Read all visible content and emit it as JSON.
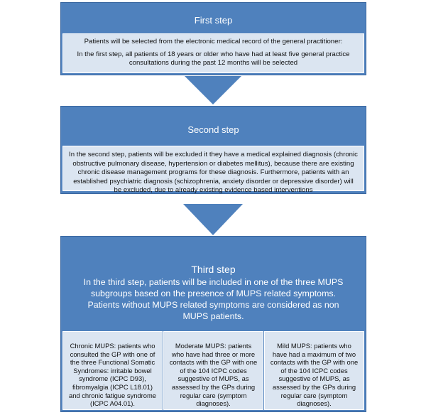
{
  "steps": [
    {
      "title": "First step",
      "lines": [
        "Patients will be selected from the electronic medical record of  the general practitioner:",
        "In the first step, all patients of 18 years or older who have had at least five general practice consultations during the past 12 months will be selected"
      ]
    },
    {
      "title": "Second step",
      "lines": [
        "In the second step, patients will be excluded it they have a medical explained diagnosis (chronic obstructive pulmonary disease, hypertension or diabetes mellitus), because there are existing chronic disease management programs for these diagnosis. Furthermore, patients with an established psychiatric diagnosis (schizophrenia, anxiety disorder or depressive disorder) will be excluded, due to already existing evidence based interventions"
      ]
    },
    {
      "title": "Third step",
      "description": "In the third step, patients will be included in one of the three MUPS subgroups based  on the presence of MUPS related symptoms. Patients without MUPS related symptoms are considered as non MUPS patients.",
      "subgroups": [
        "Chronic MUPS: patients who consulted the GP with one of the three Functional Somatic Syndromes: irritable bowel syndrome (ICPC D93), fibromyalgia (ICPC L18.01) and chronic fatigue syndrome (ICPC A04.01).",
        "Moderate MUPS: patients who have had three or more contacts with the GP with one of the 104 ICPC codes suggestive of MUPS, as assessed by the GPs during regular care (symptom diagnoses).",
        "Mild MUPS: patients who have had a maximum of two contacts with the GP with one of the 104 ICPC codes suggestive of MUPS, as assessed by the GPs during regular care (symptom diagnoses)."
      ]
    }
  ],
  "colors": {
    "box": "#4f81bd",
    "inner": "#dbe5f1",
    "text_on_blue": "#ffffff"
  }
}
